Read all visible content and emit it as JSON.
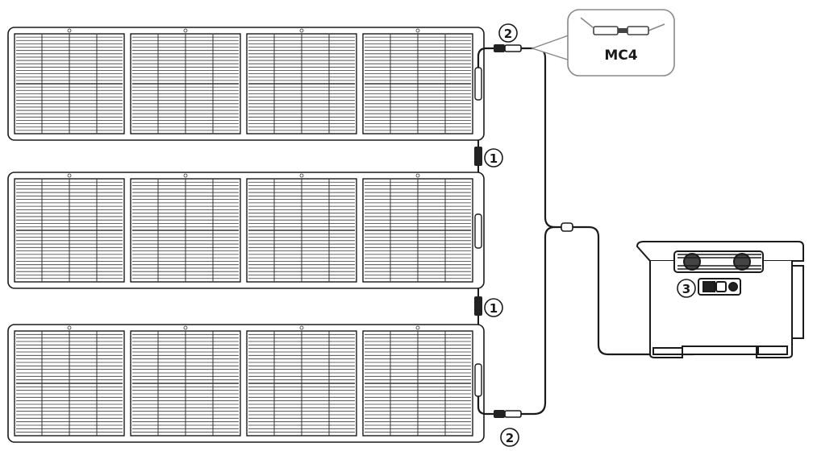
{
  "callouts": {
    "series_link": "1",
    "mc4_connector": "2",
    "power_input": "3"
  },
  "zoom_label": "MC4",
  "panels": [
    {
      "name": "solar-panel-top",
      "segments": 4
    },
    {
      "name": "solar-panel-middle",
      "segments": 4
    },
    {
      "name": "solar-panel-bottom",
      "segments": 4
    }
  ],
  "colors": {
    "line": "#1a1a1a",
    "cable": "#555555",
    "frame": "#ffffff"
  }
}
